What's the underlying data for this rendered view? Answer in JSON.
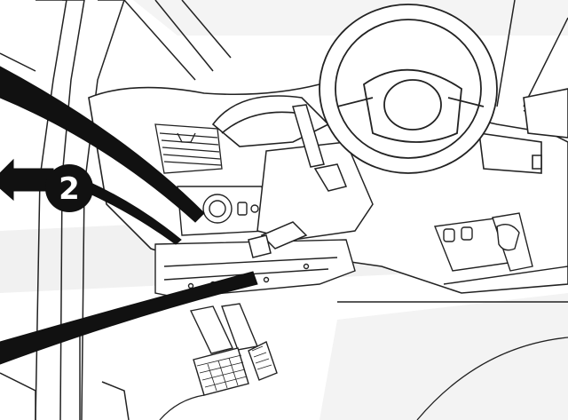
{
  "figure": {
    "callout_label": "2",
    "colors": {
      "ink": "#111111",
      "line": "#222222",
      "fill": "#ffffff",
      "shadow_band": "#ececec"
    },
    "parts": [
      "driver-door-frame",
      "windshield-a-pillar",
      "dashboard",
      "air-vent",
      "light-switch-panel",
      "steering-wheel",
      "steering-column-stalks",
      "lower-dash-panel",
      "pedals",
      "gear-shift"
    ],
    "pointers": 3
  }
}
